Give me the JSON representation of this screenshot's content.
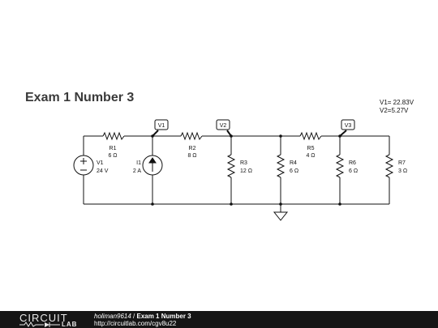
{
  "title": "Exam 1 Number 3",
  "results": {
    "line1": "V1= 22.83V",
    "line2": "V2=5.27V"
  },
  "probes": {
    "v1": "V1",
    "v2": "V2",
    "v3": "V3"
  },
  "components": {
    "r1": {
      "name": "R1",
      "value": "6 Ω"
    },
    "r2": {
      "name": "R2",
      "value": "8 Ω"
    },
    "r3": {
      "name": "R3",
      "value": "12 Ω"
    },
    "r4": {
      "name": "R4",
      "value": "6 Ω"
    },
    "r5": {
      "name": "R5",
      "value": "4 Ω"
    },
    "r6": {
      "name": "R6",
      "value": "6 Ω"
    },
    "r7": {
      "name": "R7",
      "value": "3 Ω"
    },
    "v1": {
      "name": "V1",
      "value": "24 V"
    },
    "i1": {
      "name": "I1",
      "value": "2 A"
    }
  },
  "footer": {
    "logo_top": "CIRCUIT",
    "logo_bottom": "LAB",
    "author": "holiman9614",
    "separator": " / ",
    "project_title": "Exam 1 Number 3",
    "url": "http://circuitlab.com/cgv8u22"
  }
}
